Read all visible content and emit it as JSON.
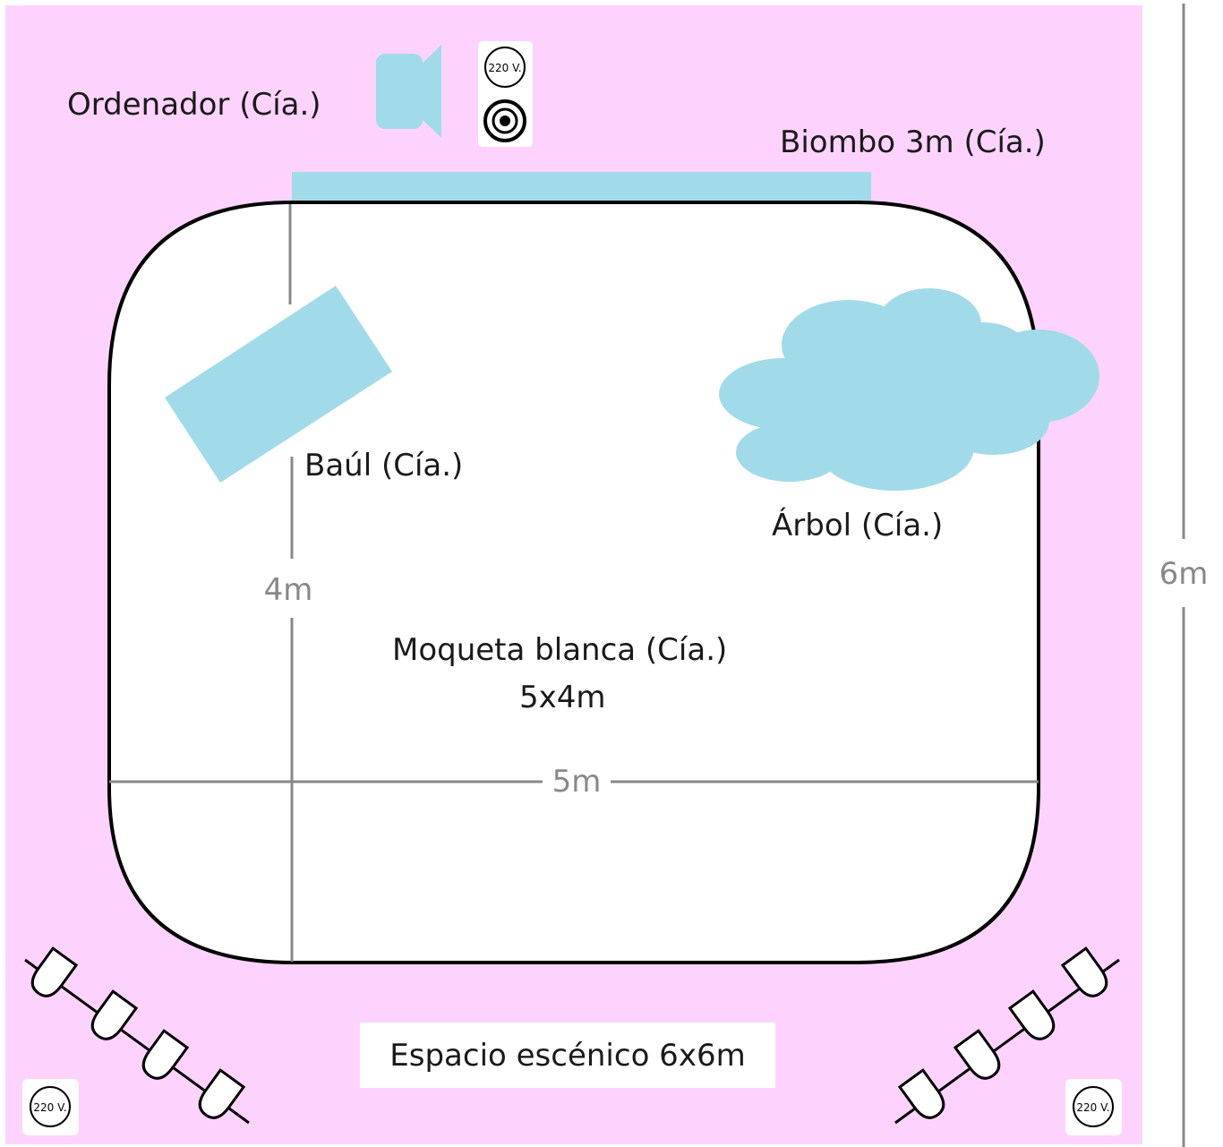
{
  "labels": {
    "computer": "Ordenador (Cía.)",
    "screen": "Biombo 3m (Cía.)",
    "trunk": "Baúl (Cía.)",
    "tree": "Árbol (Cía.)",
    "carpet_name": "Moqueta blanca (Cía.)",
    "carpet_size": "5x4m",
    "dim_width": "5m",
    "dim_depth": "4m",
    "dim_total": "6m",
    "stage": "Espacio escénico 6x6m"
  },
  "outlets": {
    "top": "220 V.",
    "bottom_left": "220 V.",
    "bottom_right": "220 V."
  },
  "colors": {
    "stage_floor": "#fdd3fd",
    "props": "#a1dbe9",
    "carpet": "#ffffff",
    "outline": "#000000",
    "dimension": "#888888"
  }
}
